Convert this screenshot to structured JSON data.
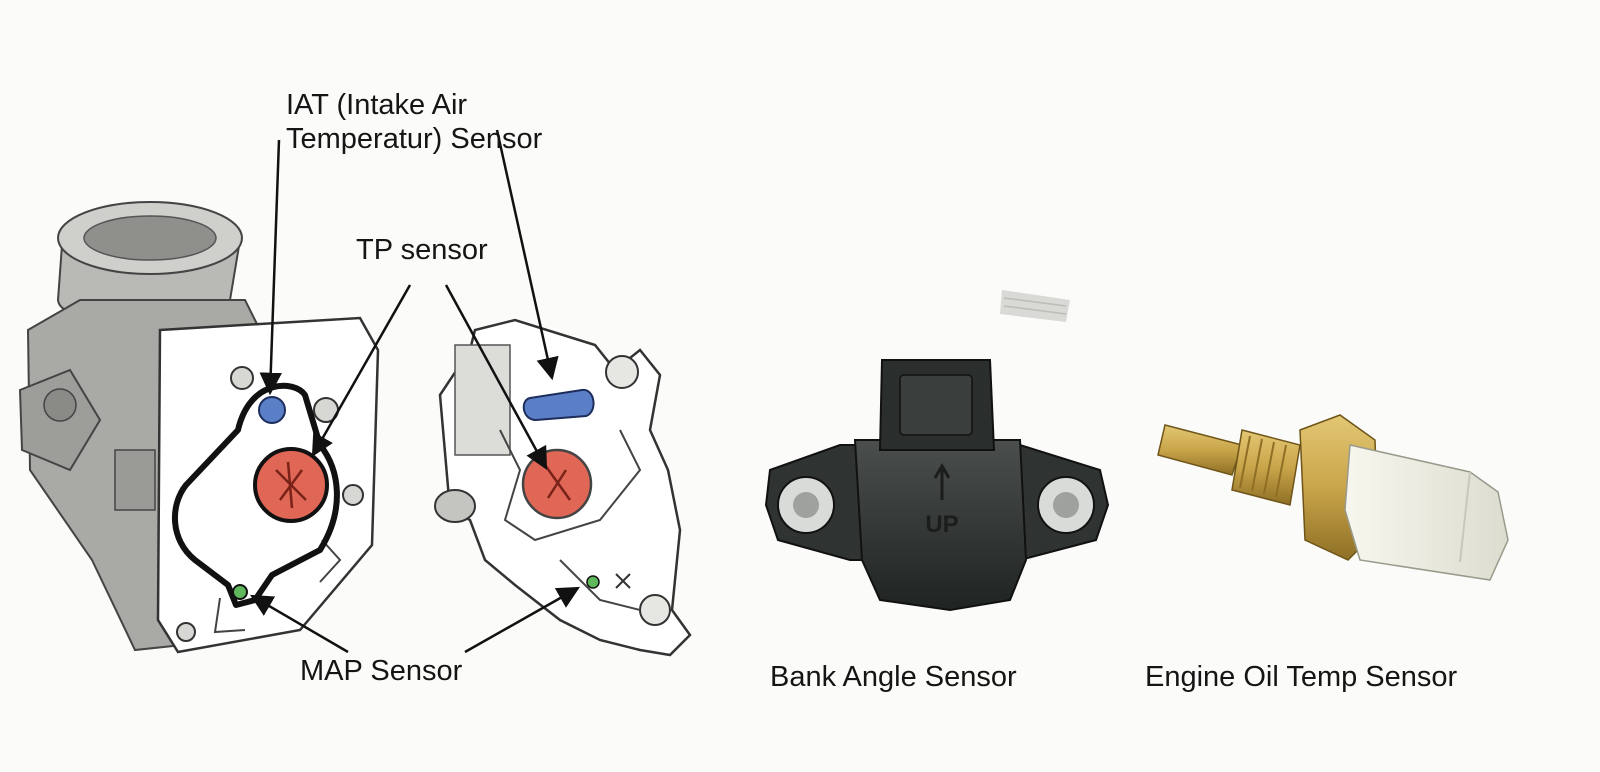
{
  "labels": {
    "iat": "IAT (Intake Air Temperatur) Sensor",
    "tp": "TP sensor",
    "map": "MAP Sensor",
    "bank_angle": "Bank Angle Sensor",
    "engine_oil_temp": "Engine Oil Temp Sensor"
  },
  "stamp_text": "UP",
  "colors": {
    "iat_sensor": "#5b7fc7",
    "tp_sensor": "#e06655",
    "map_port": "#5fb85a",
    "brass": "#c9a54a",
    "bank_sensor_body": "#2f3332"
  }
}
